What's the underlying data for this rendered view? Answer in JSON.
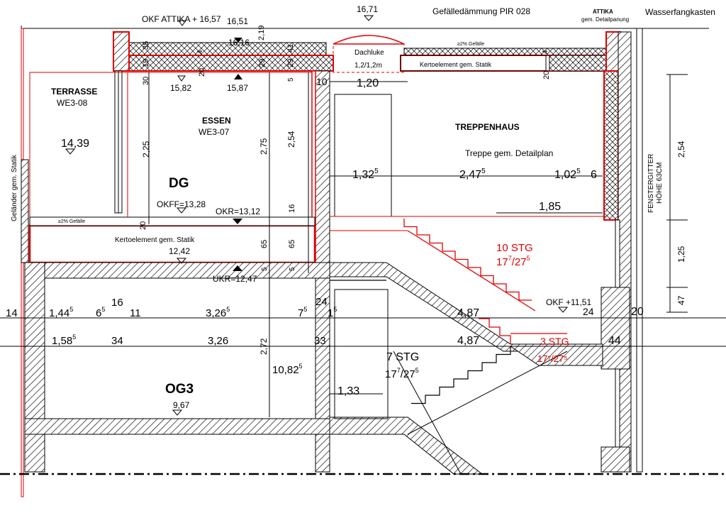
{
  "header": {
    "okf_attika": "OKF ATTIKA + 16,57",
    "level_1671": "16,71",
    "gefaelle_daemmung": "Gefälledämmung PIR 028",
    "attika": "ATTIKA",
    "attika_detail": "gem. Detailpanung",
    "wasserfangkasten": "Wasserfangkasten"
  },
  "roof": {
    "level_1651": "16,51",
    "level_1616": "16,16",
    "dim_219": "2,19",
    "dim_41": "41",
    "dim_35": "35",
    "dim_4a": "4",
    "dim_4b": "4",
    "dim_19": "19",
    "dim_29a": "29",
    "dim_29b": "29",
    "dim_20": "20",
    "level_1582": "15,82",
    "level_1587": "15,87",
    "dim_30": "30",
    "dim_5": "5",
    "dim_10": "10",
    "dachluke": "Dachluke",
    "dachluke_size": "1,2/1,2m",
    "dachluke_width": "1,20",
    "gefaelle_roof": "≥2% Gefälle",
    "kerto_roof": "Kertoelement gem. Statik",
    "dim_20_right": "20"
  },
  "rooms": {
    "terrasse": "TERRASSE",
    "terrasse_code": "WE3-08",
    "terrasse_level": "14,39",
    "essen": "ESSEN",
    "essen_code": "WE3-07",
    "treppenhaus": "TREPPENHAUS",
    "treppe_note": "Treppe gem. Detailplan",
    "dg": "DG",
    "og3": "OG3",
    "og3_level": "9,67",
    "gelaender": "Geländer gem. Statik"
  },
  "dg_slab": {
    "okff": "OKFF=13,28",
    "okr": "OKR=13,12",
    "gefaelle": "≥2% Gefälle",
    "kerto": "Kertoelement gem. Statik",
    "level_1242": "12,42",
    "ukr": "UKR=12,47",
    "dim_20": "20",
    "dim_16": "16",
    "dim_65a": "65",
    "dim_65b": "65",
    "dim_5a": "5",
    "dim_5b": "5",
    "dim_225": "2,25",
    "dim_275": "2,75",
    "dim_254": "2,54"
  },
  "stair": {
    "dim_132": "1,32",
    "dim_132_sup": "5",
    "dim_247": "2,47",
    "dim_247_sup": "5",
    "dim_102": "1,02",
    "dim_102_sup": "5",
    "dim_6": "6",
    "dim_185": "1,85",
    "stg10": "10 STG",
    "stg10_ratio_a": "17",
    "stg10_ratio_sup1": "7",
    "stg10_ratio_b": "/27",
    "stg10_ratio_sup2": "5",
    "okf_1151": "OKF +11,51",
    "dim_24_right": "24",
    "dim_20_right": "20",
    "stg3": "3 STG",
    "stg3_ratio": "17⁷/27⁵",
    "dim_44": "44",
    "stg7": "7 STG",
    "stg7_ratio_a": "17",
    "stg7_ratio_sup1": "7",
    "stg7_ratio_b": "/27",
    "stg7_ratio_sup2": "5",
    "dim_133": "1,33",
    "dim_487a": "4,87",
    "dim_487b": "4,87"
  },
  "og3_dims": {
    "row1": {
      "d14": "14",
      "d144": "1,44",
      "d144_sup": "5",
      "d6": "6",
      "d6_sup": "5",
      "d16": "16",
      "d11": "11",
      "d326": "3,26",
      "d326_sup": "5",
      "d7": "7",
      "d7_sup": "5",
      "d24": "24",
      "d1": "1",
      "d1_sup": "5"
    },
    "row2": {
      "d158": "1,58",
      "d158_sup": "5",
      "d34": "34",
      "d326": "3,26",
      "d33": "33"
    },
    "dim_272": "2,72",
    "dim_1082": "10,82",
    "dim_1082_sup": "5"
  },
  "facade": {
    "fenstergitter": "FENSTERGITTER",
    "hoehe": "HÖHE 63CM",
    "dim_254": "2,54",
    "dim_125": "1,25",
    "dim_47": "47"
  },
  "colors": {
    "line": "#000000",
    "accent_red": "#e00000",
    "hatch": "#000000",
    "background": "#ffffff"
  }
}
